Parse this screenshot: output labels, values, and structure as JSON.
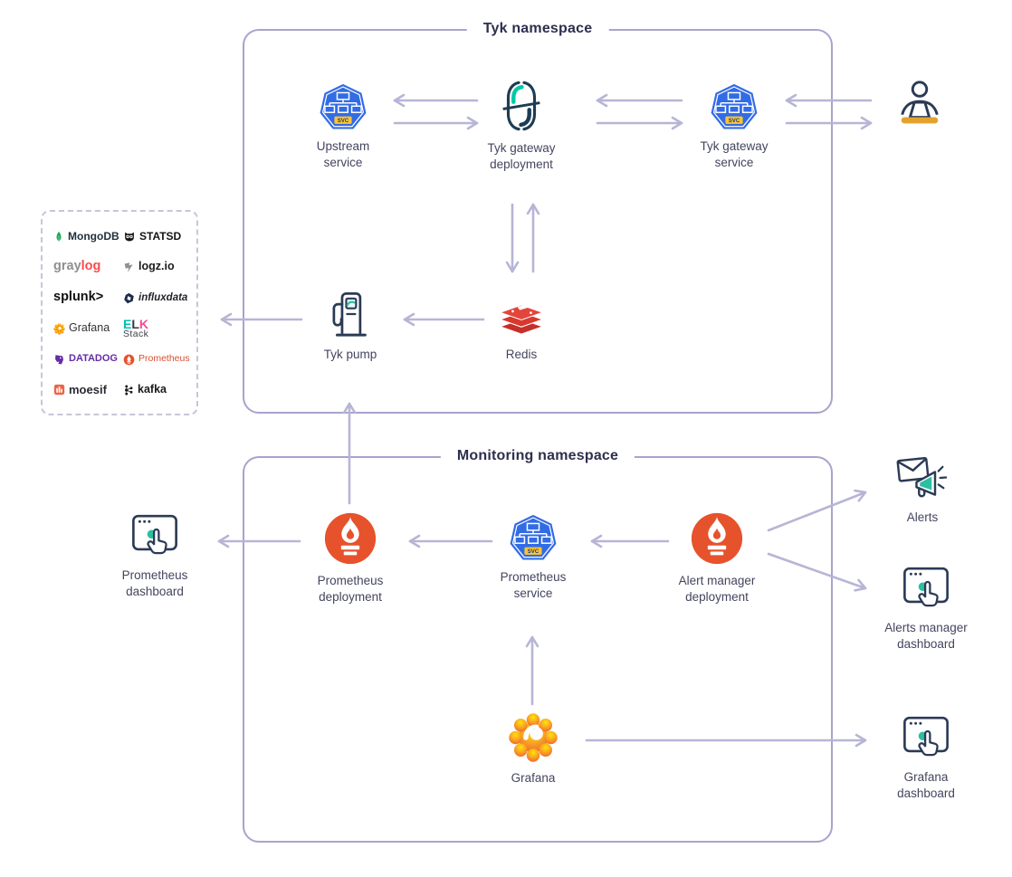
{
  "namespaces": {
    "tyk": {
      "title": "Tyk namespace"
    },
    "monitoring": {
      "title": "Monitoring namespace"
    }
  },
  "nodes": {
    "upstream_service": {
      "label": "Upstream\nservice",
      "icon": "kubernetes-service-icon",
      "svc_badge": "SVC"
    },
    "tyk_gateway_deployment": {
      "label": "Tyk gateway\ndeployment",
      "icon": "tyk-icon"
    },
    "tyk_gateway_service": {
      "label": "Tyk gateway\nservice",
      "icon": "kubernetes-service-icon",
      "svc_badge": "SVC"
    },
    "user": {
      "label": "",
      "icon": "user-laptop-icon"
    },
    "tyk_pump": {
      "label": "Tyk pump",
      "icon": "fuel-pump-icon"
    },
    "redis": {
      "label": "Redis",
      "icon": "redis-icon"
    },
    "prometheus_dashboard": {
      "label": "Prometheus\ndashboard",
      "icon": "browser-click-icon"
    },
    "prometheus_deployment": {
      "label": "Prometheus\ndeployment",
      "icon": "prometheus-icon"
    },
    "prometheus_service": {
      "label": "Prometheus\nservice",
      "icon": "kubernetes-service-icon",
      "svc_badge": "SVC"
    },
    "alert_manager_deployment": {
      "label": "Alert manager\ndeployment",
      "icon": "prometheus-icon"
    },
    "grafana": {
      "label": "Grafana",
      "icon": "grafana-icon"
    },
    "alerts": {
      "label": "Alerts",
      "icon": "alert-megaphone-icon"
    },
    "alerts_manager_dashboard": {
      "label": "Alerts manager\ndashboard",
      "icon": "browser-click-icon"
    },
    "grafana_dashboard": {
      "label": "Grafana\ndashboard",
      "icon": "browser-click-icon"
    }
  },
  "analytics_box": {
    "tools": [
      {
        "id": "mongodb",
        "icon": "mongodb-leaf-icon",
        "parts": [
          {
            "text": "MongoDB",
            "color": "#21313c",
            "bold": true,
            "size": 12
          }
        ]
      },
      {
        "id": "statsd",
        "icon": "statsd-owl-icon",
        "parts": [
          {
            "text": "STATSD",
            "color": "#141414",
            "bold": true,
            "size": 12
          }
        ]
      },
      {
        "id": "graylog",
        "icon": null,
        "parts": [
          {
            "text": "gray",
            "color": "#8f8f8f",
            "bold": true,
            "size": 14.5
          },
          {
            "text": "log",
            "color": "#fb4b4b",
            "bold": true,
            "size": 14.5
          }
        ]
      },
      {
        "id": "logzio",
        "icon": "logzio-icon",
        "parts": [
          {
            "text": "logz.io",
            "color": "#1b1b1b",
            "bold": true,
            "size": 12.5
          }
        ]
      },
      {
        "id": "splunk",
        "icon": null,
        "parts": [
          {
            "text": "splunk>",
            "color": "#0f0f0f",
            "bold": true,
            "size": 14.5
          }
        ]
      },
      {
        "id": "influxdata",
        "icon": "influxdata-icon",
        "parts": [
          {
            "text": "influxdata",
            "color": "#22222b",
            "bold": true,
            "italic": true,
            "size": 11.5
          }
        ]
      },
      {
        "id": "grafana",
        "icon": "grafana-flower-icon",
        "parts": [
          {
            "text": "Grafana",
            "color": "#333333",
            "bold": false,
            "size": 12.5
          }
        ]
      },
      {
        "id": "elk-stack",
        "icon": null,
        "parts": [
          {
            "text": "E",
            "color": "#00bfb3",
            "bold": true,
            "size": 14
          },
          {
            "text": "L",
            "color": "#343741",
            "bold": true,
            "size": 14
          },
          {
            "text": "K",
            "color": "#f04e98",
            "bold": true,
            "size": 14
          }
        ],
        "line2": "Stack"
      },
      {
        "id": "datadog",
        "icon": "datadog-icon",
        "parts": [
          {
            "text": "DATADOG",
            "color": "#632ca6",
            "bold": true,
            "size": 11
          }
        ]
      },
      {
        "id": "prometheus",
        "icon": "prometheus-flame-icon",
        "parts": [
          {
            "text": "Prometheus",
            "color": "#da4e31",
            "bold": false,
            "size": 10.5
          }
        ]
      },
      {
        "id": "moesif",
        "icon": "moesif-icon",
        "parts": [
          {
            "text": "moesif",
            "color": "#2a2a35",
            "bold": true,
            "size": 13
          }
        ]
      },
      {
        "id": "kafka",
        "icon": "kafka-icon",
        "parts": [
          {
            "text": "kafka",
            "color": "#1a1a1a",
            "bold": true,
            "size": 12.5
          }
        ]
      }
    ]
  },
  "edges": [
    {
      "from": "tyk_gateway_deployment",
      "to": "upstream_service"
    },
    {
      "from": "upstream_service",
      "to": "tyk_gateway_deployment"
    },
    {
      "from": "tyk_gateway_service",
      "to": "tyk_gateway_deployment"
    },
    {
      "from": "tyk_gateway_deployment",
      "to": "tyk_gateway_service"
    },
    {
      "from": "user",
      "to": "tyk_gateway_service"
    },
    {
      "from": "tyk_gateway_service",
      "to": "user"
    },
    {
      "from": "tyk_gateway_deployment",
      "to": "redis"
    },
    {
      "from": "redis",
      "to": "tyk_gateway_deployment"
    },
    {
      "from": "redis",
      "to": "tyk_pump"
    },
    {
      "from": "tyk_pump",
      "to": "analytics_tools"
    },
    {
      "from": "prometheus_deployment",
      "to": "tyk_pump"
    },
    {
      "from": "alert_manager_deployment",
      "to": "prometheus_service"
    },
    {
      "from": "prometheus_service",
      "to": "prometheus_deployment"
    },
    {
      "from": "prometheus_deployment",
      "to": "prometheus_dashboard"
    },
    {
      "from": "grafana",
      "to": "prometheus_service"
    },
    {
      "from": "alert_manager_deployment",
      "to": "alerts"
    },
    {
      "from": "alert_manager_deployment",
      "to": "alerts_manager_dashboard"
    },
    {
      "from": "grafana",
      "to": "grafana_dashboard"
    }
  ],
  "colors": {
    "arrow": "#b7b5d6",
    "namespace_border": "#a7a4cd",
    "kubernetes_blue": "#326ce5",
    "prometheus_orange": "#e6522c",
    "redis_red": "#d9382e",
    "tyk_teal": "#00c9a5",
    "accent_teal": "#2cbfa2",
    "outline_navy": "#2b3a55",
    "label_text": "#44455f",
    "laptop_gold": "#e2a32e"
  }
}
